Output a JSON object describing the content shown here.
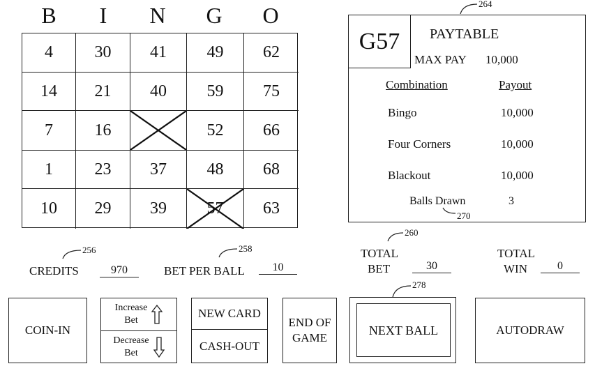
{
  "card": {
    "header": [
      "B",
      "I",
      "N",
      "G",
      "O"
    ],
    "rows": [
      [
        {
          "v": "4"
        },
        {
          "v": "30"
        },
        {
          "v": "41"
        },
        {
          "v": "49"
        },
        {
          "v": "62"
        }
      ],
      [
        {
          "v": "14"
        },
        {
          "v": "21"
        },
        {
          "v": "40"
        },
        {
          "v": "59"
        },
        {
          "v": "75"
        }
      ],
      [
        {
          "v": "7"
        },
        {
          "v": "16"
        },
        {
          "v": "",
          "marked": true,
          "free": true
        },
        {
          "v": "52"
        },
        {
          "v": "66"
        }
      ],
      [
        {
          "v": "1"
        },
        {
          "v": "23"
        },
        {
          "v": "37"
        },
        {
          "v": "48"
        },
        {
          "v": "68"
        }
      ],
      [
        {
          "v": "10"
        },
        {
          "v": "29"
        },
        {
          "v": "39"
        },
        {
          "v": "57",
          "marked": true
        },
        {
          "v": "63"
        }
      ]
    ]
  },
  "paytable": {
    "ref": "264",
    "current_ball": "G57",
    "title": "PAYTABLE",
    "max_pay_label": "MAX PAY",
    "max_pay_value": "10,000",
    "col_combination": "Combination",
    "col_payout": "Payout",
    "entries": [
      {
        "combination": "Bingo",
        "payout": "10,000"
      },
      {
        "combination": "Four Corners",
        "payout": "10,000"
      },
      {
        "combination": "Blackout",
        "payout": "10,000"
      }
    ],
    "balls_drawn_label": "Balls Drawn",
    "balls_drawn_value": "3",
    "balls_drawn_ref": "270"
  },
  "meters": {
    "credits": {
      "label": "CREDITS",
      "value": "970",
      "ref": "256"
    },
    "bet_per_ball": {
      "label": "BET PER BALL",
      "value": "10",
      "ref": "258"
    },
    "total_bet": {
      "label_line1": "TOTAL",
      "label_line2": "BET",
      "value": "30",
      "ref": "260"
    },
    "total_win": {
      "label_line1": "TOTAL",
      "label_line2": "WIN",
      "value": "0"
    }
  },
  "buttons": {
    "coin_in": "COIN-IN",
    "increase_bet_line1": "Increase",
    "increase_bet_line2": "Bet",
    "decrease_bet_line1": "Decrease",
    "decrease_bet_line2": "Bet",
    "new_card": "NEW CARD",
    "cash_out": "CASH-OUT",
    "end_of_game_line1": "END OF",
    "end_of_game_line2": "GAME",
    "next_ball": "NEXT BALL",
    "next_ball_ref": "278",
    "autodraw": "AUTODRAW"
  }
}
